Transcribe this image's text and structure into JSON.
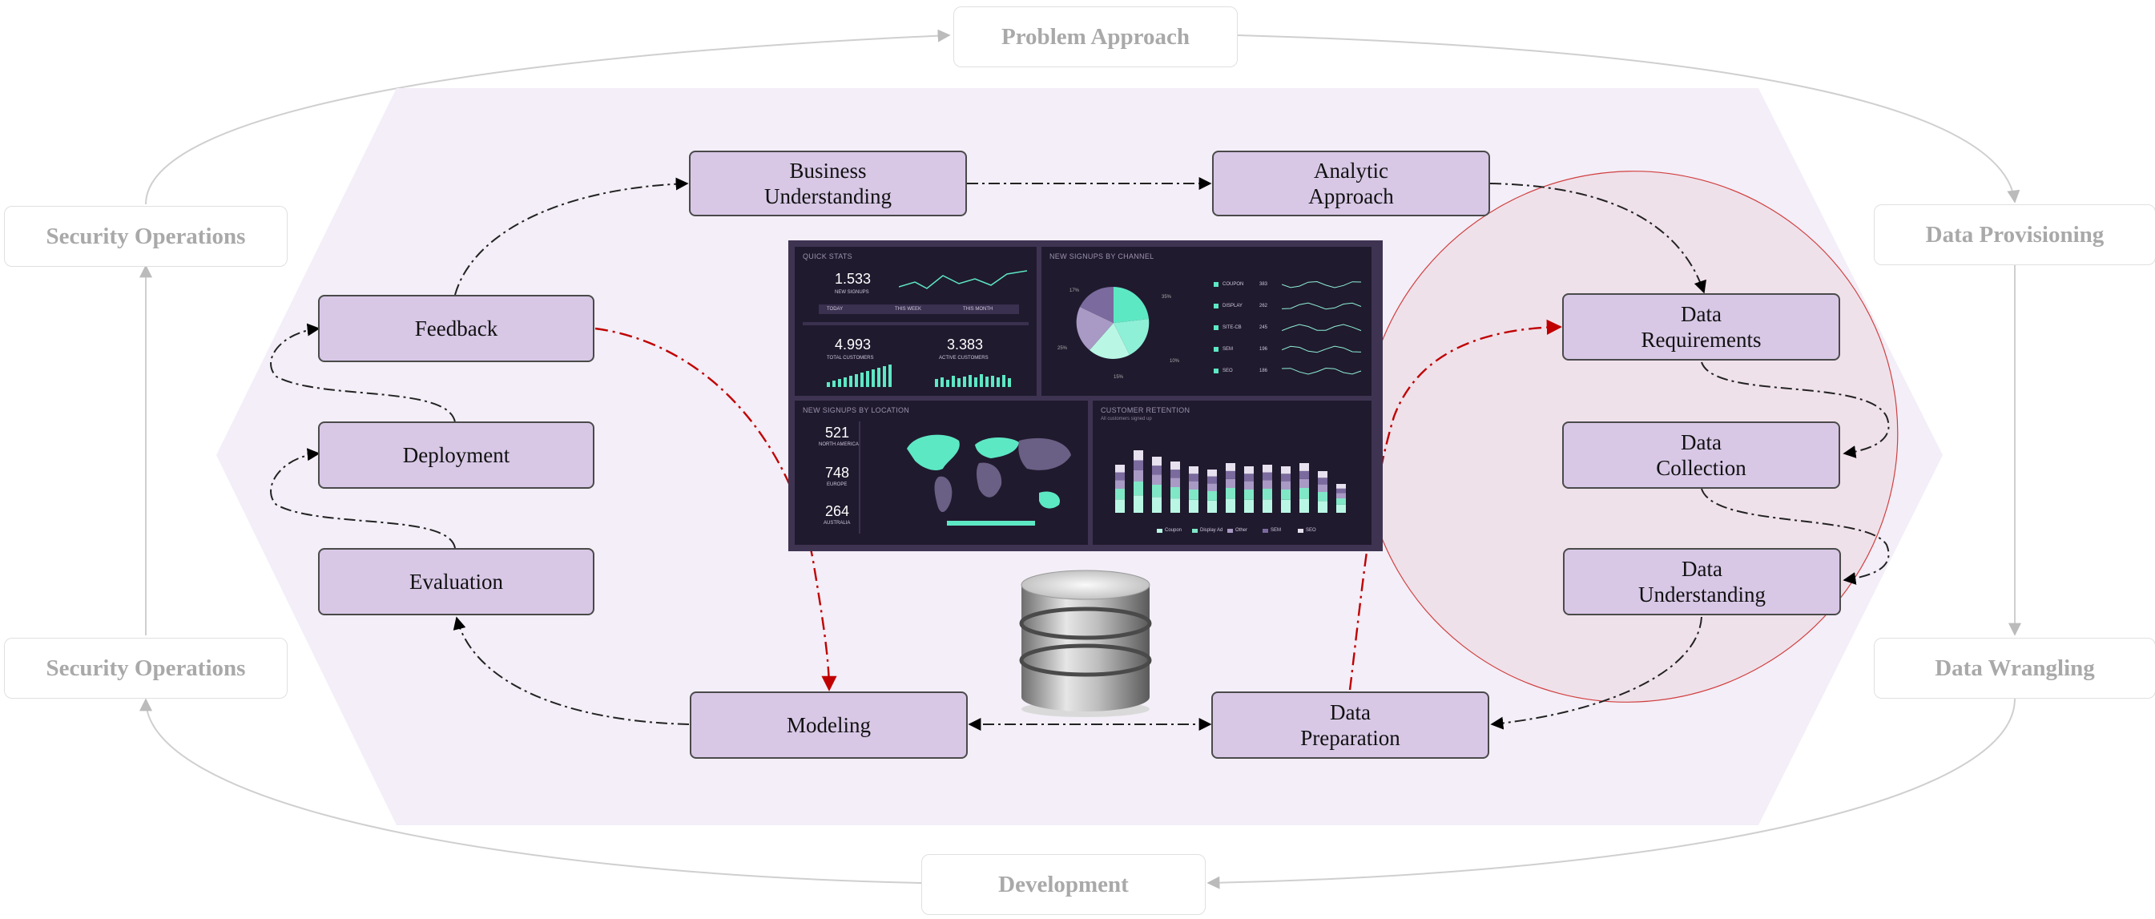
{
  "outer_labels": {
    "problem_approach": "Problem Approach",
    "data_provisioning": "Data Provisioning",
    "data_wrangling": "Data Wrangling",
    "development": "Development",
    "security_operations_top": "Security Operations",
    "security_operations_bottom": "Security Operations"
  },
  "stages": {
    "business_understanding": "Business\nUnderstanding",
    "analytic_approach": "Analytic\nApproach",
    "data_requirements": "Data\nRequirements",
    "data_collection": "Data\nCollection",
    "data_understanding": "Data\nUnderstanding",
    "data_preparation": "Data\nPreparation",
    "modeling": "Modeling",
    "evaluation": "Evaluation",
    "deployment": "Deployment",
    "feedback": "Feedback"
  },
  "dashboard": {
    "quick_stats": {
      "title": "QUICK STATS",
      "new_signups_value": "1.533",
      "new_signups_label": "NEW SIGNUPS",
      "filters": [
        "TODAY",
        "THIS WEEK",
        "THIS MONTH"
      ],
      "total_customers_value": "4.993",
      "total_customers_label": "TOTAL CUSTOMERS",
      "active_customers_value": "3.383",
      "active_customers_label": "ACTIVE CUSTOMERS"
    },
    "signups_by_channel": {
      "title": "NEW SIGNUPS BY CHANNEL",
      "channels": [
        "COUPON",
        "DISPLAY",
        "SITE-CB",
        "SEM",
        "SEO"
      ],
      "values": [
        "383",
        "262",
        "245",
        "196",
        "186"
      ],
      "pie_labels": [
        "17%",
        "35%",
        "25%",
        "15%",
        "10%"
      ]
    },
    "signups_by_location": {
      "title": "NEW SIGNUPS BY LOCATION",
      "items": [
        {
          "value": "521",
          "label": "NORTH AMERICA"
        },
        {
          "value": "748",
          "label": "EUROPE"
        },
        {
          "value": "264",
          "label": "AUSTRALIA"
        }
      ]
    },
    "customer_retention": {
      "title": "CUSTOMER RETENTION",
      "subtitle": "All customers signed up",
      "legend": [
        "Coupon",
        "Display Ad",
        "Other",
        "SEM",
        "SEO"
      ]
    }
  },
  "colors": {
    "stage_fill": "#d8c8e6",
    "hexagon_fill": "#f3eef7",
    "red_arrow": "#c00000",
    "accent_teal": "#5de8c4"
  }
}
